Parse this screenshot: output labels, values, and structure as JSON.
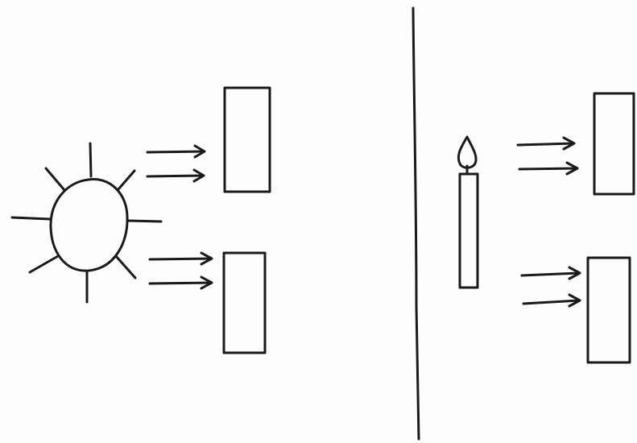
{
  "diagram": {
    "description_free": true,
    "colors": {
      "ink": "#1a1a1a",
      "paper": "#fdfdfd"
    },
    "panels": [
      {
        "source_icon": "sun-icon",
        "ray_pairs_per_target": 2,
        "targets": 2
      },
      {
        "source_icon": "candle-icon",
        "ray_pairs_per_target": 2,
        "targets": 2
      }
    ]
  }
}
